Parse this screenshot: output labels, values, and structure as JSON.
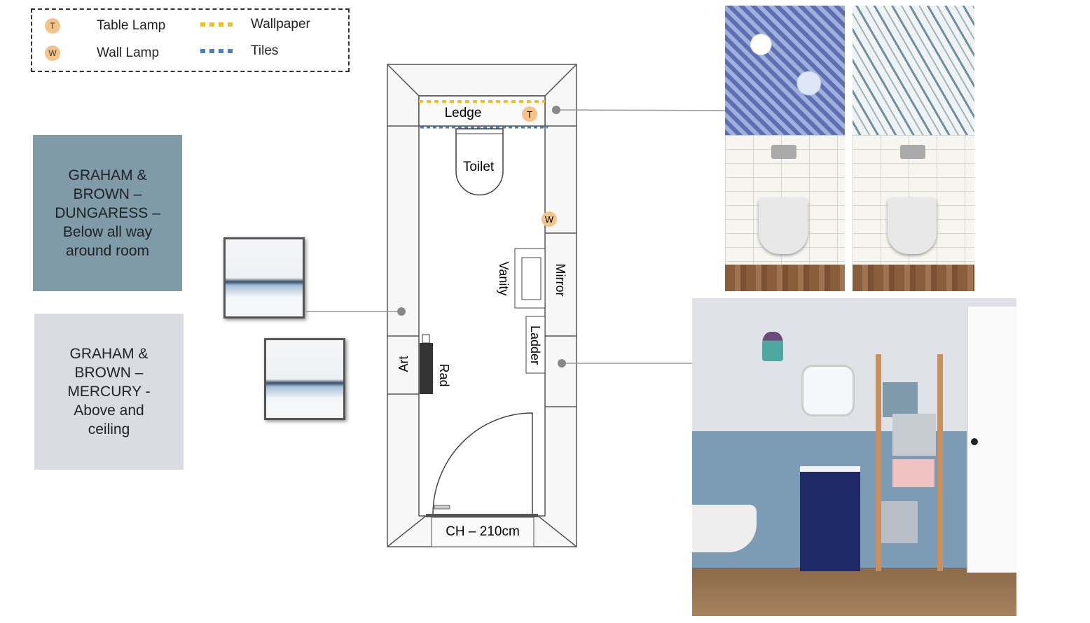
{
  "legend": {
    "items": [
      {
        "badge": "T",
        "label": "Table Lamp"
      },
      {
        "badge": "W",
        "label": "Wall Lamp"
      },
      {
        "label": "Wallpaper",
        "color": "#f0c020"
      },
      {
        "label": "Tiles",
        "color": "#4a7fc0"
      }
    ]
  },
  "swatches": [
    {
      "text": "GRAHAM & BROWN – DUNGARESS – Below all way around room",
      "color": "#7f9aa8"
    },
    {
      "text": "GRAHAM & BROWN – MERCURY - Above and ceiling",
      "color": "#d9dde3"
    }
  ],
  "plan": {
    "ledge": "Ledge",
    "toilet": "Toilet",
    "vanity": "Vanity",
    "mirror": "Mirror",
    "ladder": "Ladder",
    "art": "Art",
    "rad": "Rad",
    "ceiling_height": "CH – 210cm",
    "table_lamp": "T",
    "wall_lamp": "W"
  }
}
